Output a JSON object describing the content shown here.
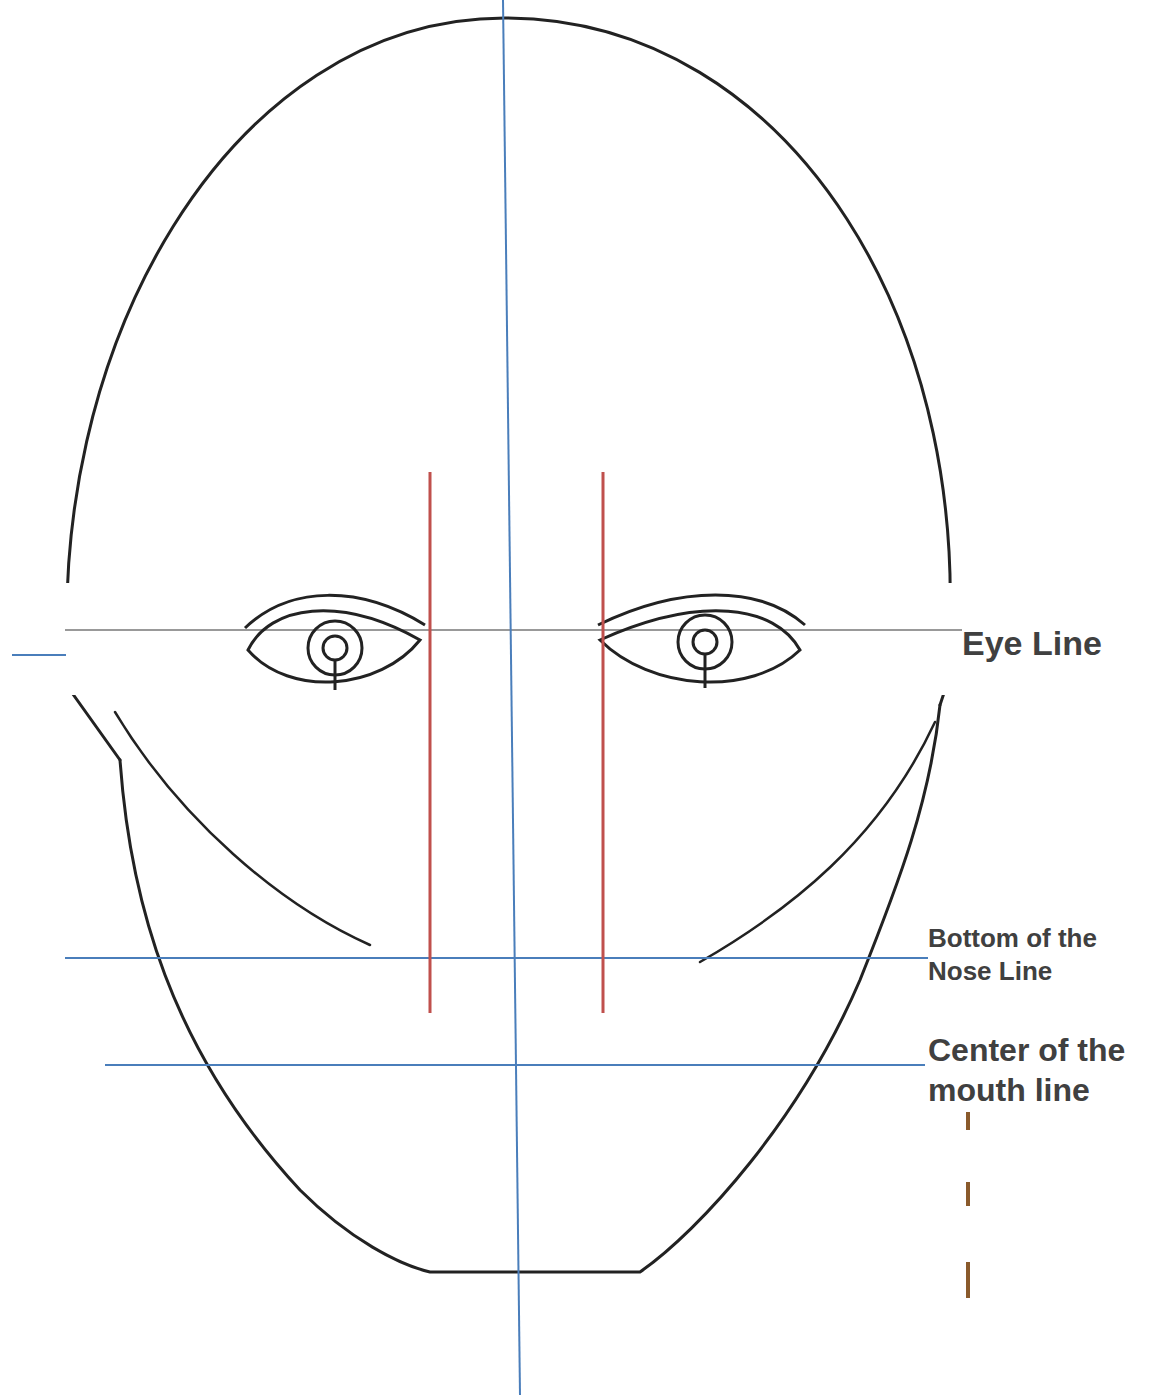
{
  "diagram": {
    "labels": [
      "Eye Line",
      "Bottom of the Nose Line",
      "Center of the mouth line"
    ]
  }
}
